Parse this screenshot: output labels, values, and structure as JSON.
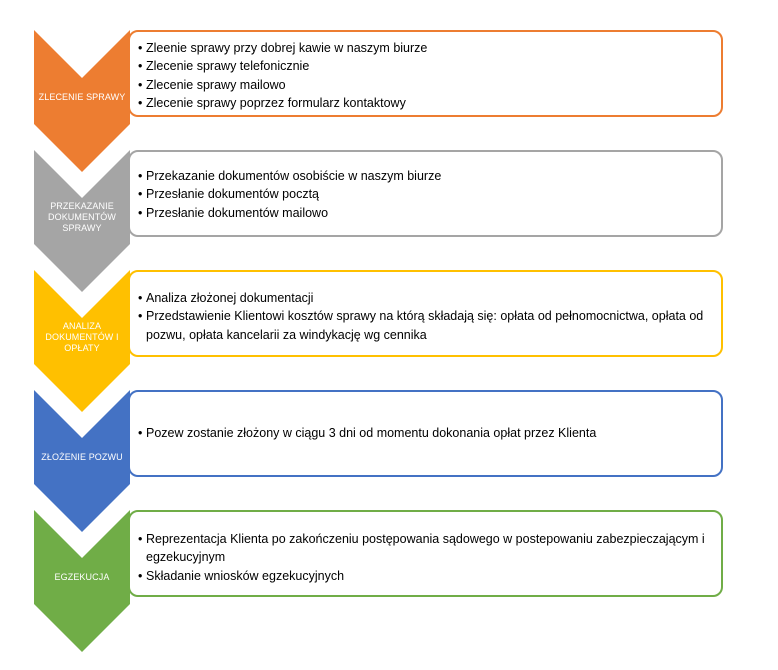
{
  "colors": {
    "orange": "#ED7D31",
    "gray": "#A5A5A5",
    "yellow": "#FFC000",
    "blue": "#4472C4",
    "green": "#70AD47"
  },
  "steps": [
    {
      "label": "ZLECENIE SPRAWY",
      "items": [
        "Zleenie sprawy przy dobrej kawie w naszym biurze",
        "Zlecenie sprawy telefonicznie",
        "Zlecenie sprawy mailowo",
        "Zlecenie sprawy poprzez formularz kontaktowy"
      ]
    },
    {
      "label": "PRZEKAZANIE\nDOKUMENTÓW\nSPRAWY",
      "items": [
        "Przekazanie dokumentów osobiście w naszym biurze",
        "Przesłanie dokumentów pocztą",
        "Przesłanie dokumentów mailowo"
      ]
    },
    {
      "label": "ANALIZA\nDOKUMENTÓW I\nOPŁATY",
      "items": [
        "Analiza złożonej dokumentacji",
        "Przedstawienie Klientowi kosztów sprawy na którą składają się: opłata od pełnomocnictwa, opłata od pozwu, opłata kancelarii za windykację wg cennika"
      ]
    },
    {
      "label": "ZŁOŻENIE POZWU",
      "items": [
        "Pozew zostanie złożony w ciągu 3 dni od momentu dokonania opłat przez Klienta"
      ]
    },
    {
      "label": "EGZEKUCJA",
      "items": [
        "Reprezentacja Klienta po zakończeniu postępowania sądowego w postepowaniu zabezpieczającym i egzekucyjnym",
        "Składanie wniosków egzekucyjnych"
      ]
    }
  ]
}
